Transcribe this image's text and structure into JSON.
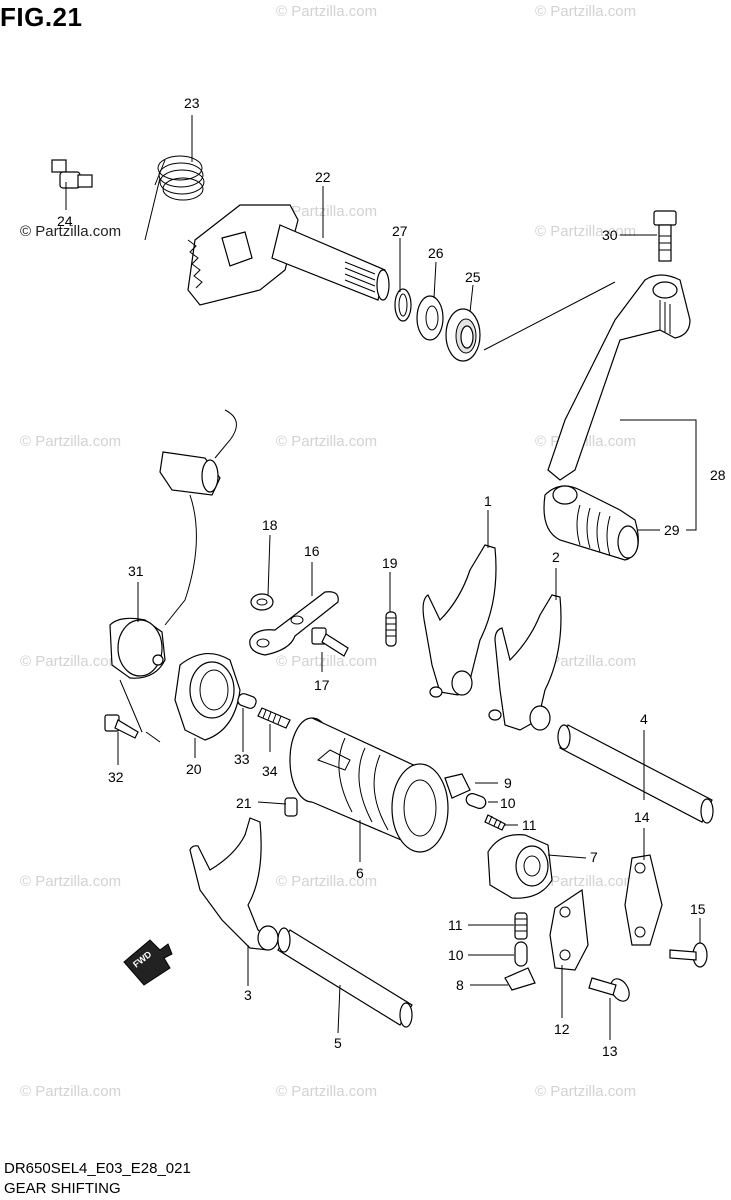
{
  "figure": {
    "title": "FIG.21",
    "drawing_code": "DR650SEL4_E03_E28_021",
    "caption": "GEAR SHIFTING"
  },
  "watermark_text": "© Partzilla.com",
  "fwd_label": "FWD",
  "callouts": {
    "c1": "1",
    "c2": "2",
    "c3": "3",
    "c4": "4",
    "c5": "5",
    "c6": "6",
    "c7": "7",
    "c8": "8",
    "c9": "9",
    "c10a": "10",
    "c10b": "10",
    "c11a": "11",
    "c11b": "11",
    "c12": "12",
    "c13": "13",
    "c14": "14",
    "c15": "15",
    "c16": "16",
    "c17": "17",
    "c18": "18",
    "c19": "19",
    "c20": "20",
    "c21": "21",
    "c22": "22",
    "c23": "23",
    "c24": "24",
    "c25": "25",
    "c26": "26",
    "c27": "27",
    "c28": "28",
    "c29": "29",
    "c30": "30",
    "c31": "31",
    "c32": "32",
    "c33": "33",
    "c34": "34"
  },
  "colors": {
    "line": "#000000",
    "watermark": "#d2d2d2",
    "background": "#ffffff"
  }
}
